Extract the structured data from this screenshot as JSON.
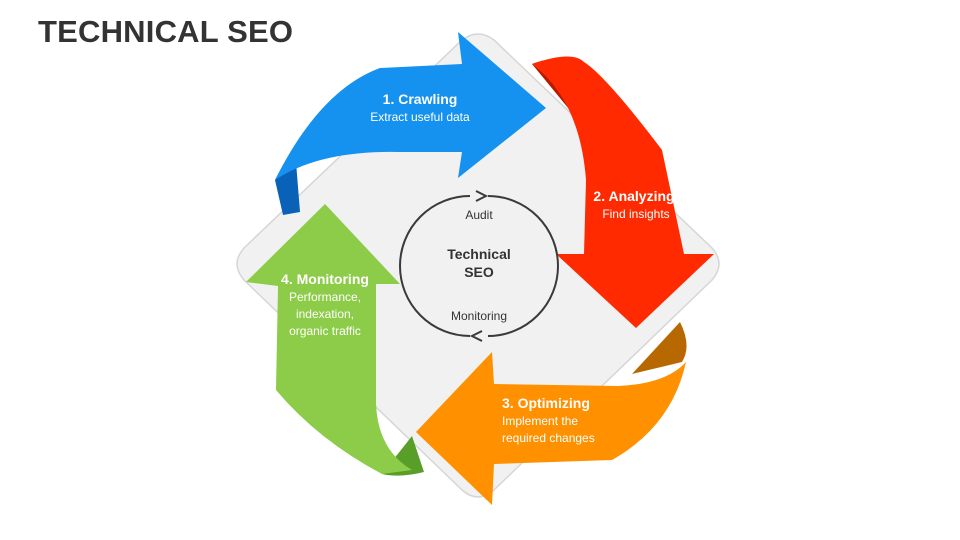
{
  "page": {
    "title": "TECHNICAL SEO"
  },
  "colors": {
    "crawling": "#1591f0",
    "analyzing": "#ff2a00",
    "optimizing": "#ff9000",
    "monitoring": "#8ccc48",
    "background_diamond": "#f1f1f1"
  },
  "center": {
    "line1": "Technical",
    "line2": "SEO",
    "top_label": "Audit",
    "bottom_label": "Monitoring"
  },
  "steps": [
    {
      "title": "1. Crawling",
      "lines": [
        "Extract useful data"
      ]
    },
    {
      "title": "2. Analyzing",
      "lines": [
        "Find insights"
      ]
    },
    {
      "title": "3. Optimizing",
      "lines": [
        "Implement the",
        "required changes"
      ]
    },
    {
      "title": "4. Monitoring",
      "lines": [
        "Performance,",
        "indexation,",
        "organic traffic"
      ]
    }
  ]
}
